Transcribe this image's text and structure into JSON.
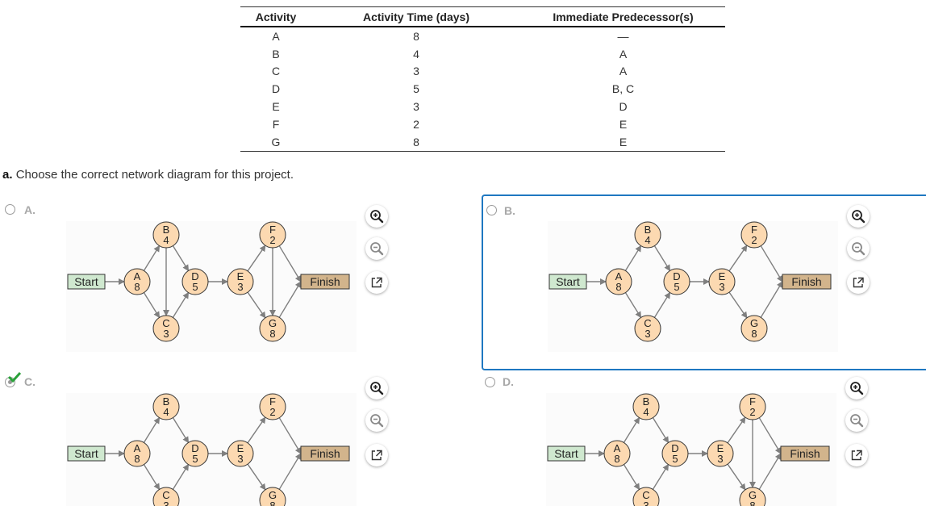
{
  "table": {
    "headers": [
      "Activity",
      "Activity Time (days)",
      "Immediate Predecessor(s)"
    ],
    "rows": [
      [
        "A",
        "8",
        "—"
      ],
      [
        "B",
        "4",
        "A"
      ],
      [
        "C",
        "3",
        "A"
      ],
      [
        "D",
        "5",
        "B, C"
      ],
      [
        "E",
        "3",
        "D"
      ],
      [
        "F",
        "2",
        "E"
      ],
      [
        "G",
        "8",
        "E"
      ]
    ]
  },
  "question": {
    "prefix": "a.",
    "text": "Choose the correct network diagram for this project."
  },
  "options": [
    {
      "letter": "A.",
      "state": "unselected"
    },
    {
      "letter": "B.",
      "state": "focused"
    },
    {
      "letter": "C.",
      "state": "checked-correct"
    },
    {
      "letter": "D.",
      "state": "unselected"
    }
  ],
  "diagram_labels": {
    "start": "Start",
    "finish": "Finish",
    "nodes": [
      {
        "id": "A",
        "time": "8"
      },
      {
        "id": "B",
        "time": "4"
      },
      {
        "id": "C",
        "time": "3"
      },
      {
        "id": "D",
        "time": "5"
      },
      {
        "id": "E",
        "time": "3"
      },
      {
        "id": "F",
        "time": "2"
      },
      {
        "id": "G",
        "time": "8"
      }
    ]
  },
  "tools": [
    "zoom-in-icon",
    "zoom-out-icon",
    "open-in-new-window-icon"
  ],
  "colors": {
    "node_fill": "#fcd9b1",
    "start_fill": "#cfe8cf",
    "finish_fill": "#d2b48c",
    "arrow": "#7f7f7f",
    "focus_border": "#1f78c1",
    "check_green": "#2aa13a"
  }
}
